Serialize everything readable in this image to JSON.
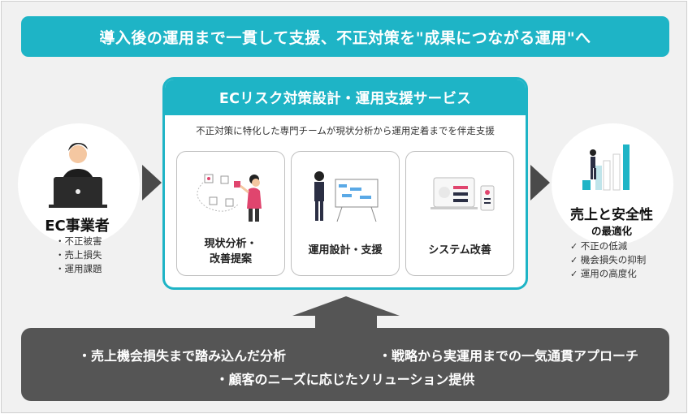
{
  "banner": "導入後の運用まで一貫して支援、不正対策を\"成果につながる運用\"へ",
  "left": {
    "title": "EC事業者",
    "items": [
      "不正被害",
      "売上損失",
      "運用課題"
    ]
  },
  "center": {
    "title": "ECリスク対策設計・運用支援サービス",
    "subtitle": "不正対策に特化した専門チームが現状分析から運用定着までを伴走支援",
    "cards": [
      {
        "line1": "現状分析・",
        "line2": "改善提案"
      },
      {
        "line1": "運用設計・支援",
        "line2": ""
      },
      {
        "line1": "システム改善",
        "line2": ""
      }
    ]
  },
  "right": {
    "title": "売上と安全性",
    "subtitle": "の最適化",
    "items": [
      "不正の低減",
      "機会損失の抑制",
      "運用の高度化"
    ]
  },
  "bottom": {
    "line1a": "・売上機会損失まで踏み込んだ分析",
    "line1b": "・戦略から実運用までの一気通貫アプローチ",
    "line2": "・顧客のニーズに応じたソリューション提供"
  },
  "colors": {
    "accent": "#1eb4c6",
    "dark_gray": "#555555",
    "arrow": "#4a4a4a",
    "figure_pink": "#e0456e"
  },
  "icons": [
    "laptop-user-icon",
    "analysis-illustration-icon",
    "presentation-illustration-icon",
    "devices-illustration-icon",
    "growth-chart-icon"
  ]
}
